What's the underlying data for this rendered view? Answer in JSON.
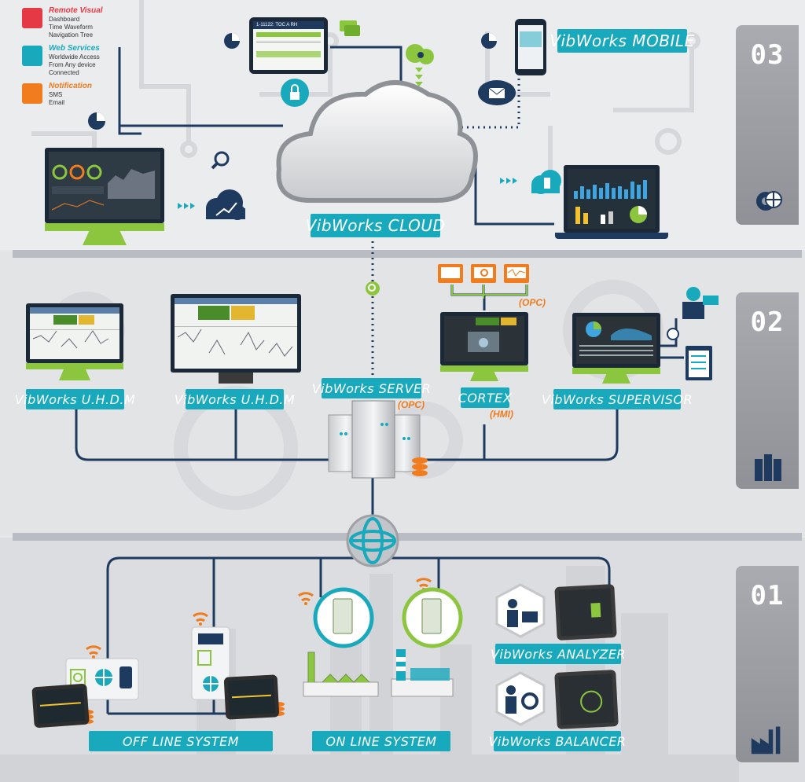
{
  "legend": [
    {
      "title": "Remote Visual",
      "color": "#e63946",
      "items": [
        "Dashboard",
        "Time Waveform",
        "Navigation Tree"
      ],
      "icon": "remote-visual-icon"
    },
    {
      "title": "Web Services",
      "color": "#19a9bd",
      "items": [
        "Worldwide Access",
        "From Any device",
        "Connected"
      ],
      "icon": "web-services-icon"
    },
    {
      "title": "Notification",
      "color": "#f07c1e",
      "items": [
        "SMS",
        "Email"
      ],
      "icon": "notification-icon"
    }
  ],
  "tiers": {
    "tier3": {
      "number": "03",
      "icon": "gear-globe-icon"
    },
    "tier2": {
      "number": "02",
      "icon": "server-rack-icon"
    },
    "tier1": {
      "number": "01",
      "icon": "factory-icon"
    }
  },
  "labels": {
    "mobile": "VibWorks MOBILE",
    "cloud": "VibWorks CLOUD",
    "uhdm1": "VibWorks U.H.D.M",
    "uhdm2": "VibWorks U.H.D.M",
    "server": "VibWorks SERVER",
    "cortex": "CORTEX",
    "supervisor": "VibWorks SUPERVISOR",
    "analyzer": "VibWorks ANALYZER",
    "balancer": "VibWorks BALANCER",
    "offline": "OFF LINE SYSTEM",
    "online": "ON LINE SYSTEM"
  },
  "annotations": {
    "opc_cortex": "(OPC)",
    "opc_server": "(OPC)",
    "hmi": "(HMI)"
  },
  "tablet_header": "1-11122: TOC A RH",
  "colors": {
    "accent": "#19a9bd",
    "navy": "#1f3a5f",
    "green": "#8cc63f",
    "orange": "#f07c1e",
    "red": "#e63946"
  }
}
